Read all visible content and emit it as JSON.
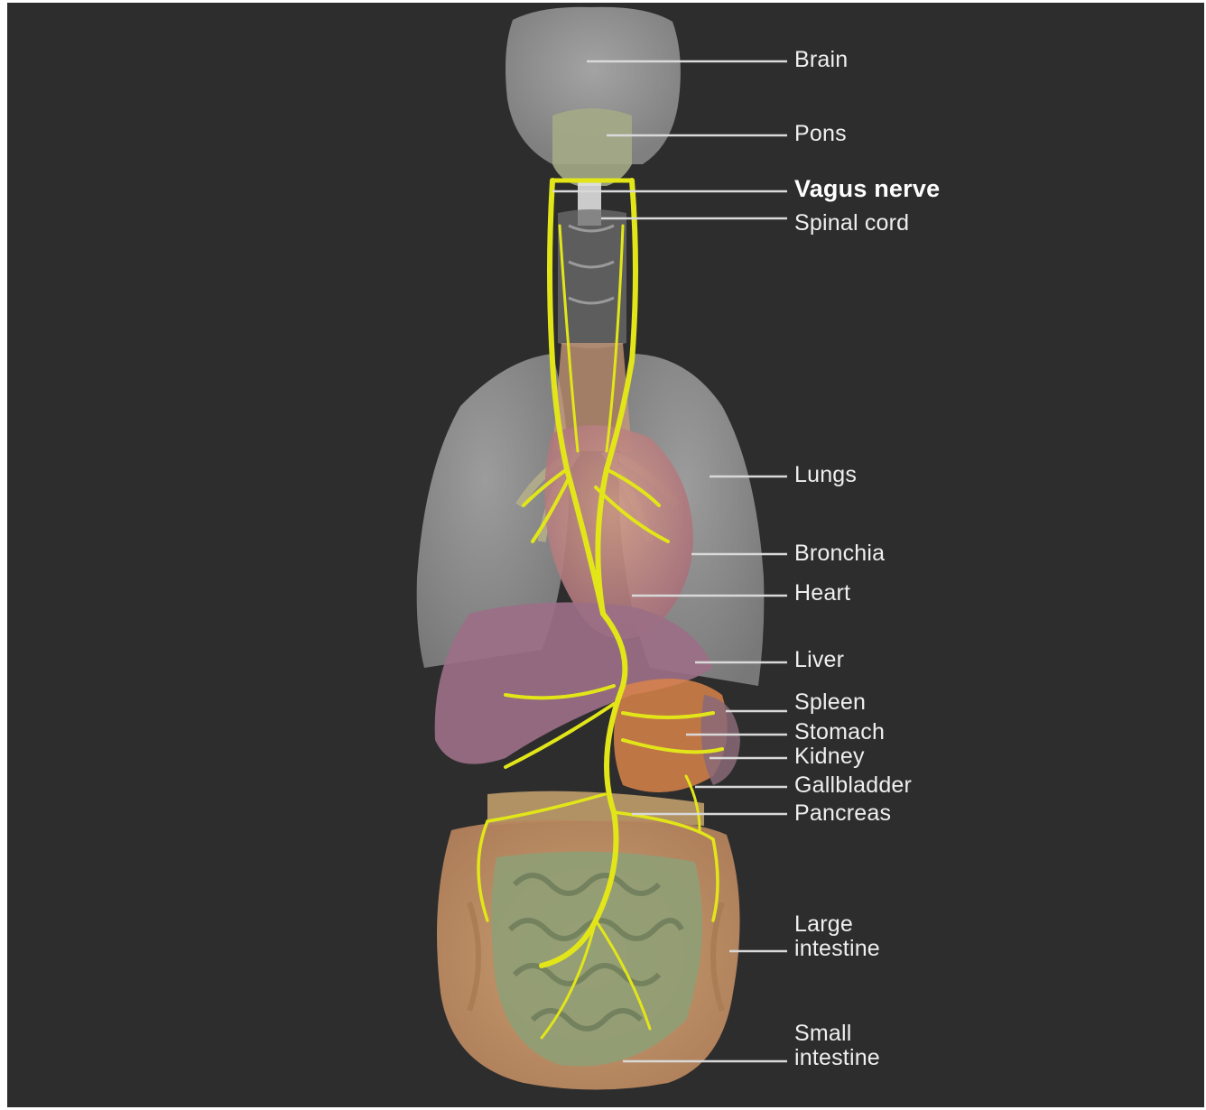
{
  "labels": {
    "brain": "Brain",
    "pons": "Pons",
    "vagus_nerve": "Vagus nerve",
    "spinal_cord": "Spinal cord",
    "lungs": "Lungs",
    "bronchia": "Bronchia",
    "heart": "Heart",
    "liver": "Liver",
    "spleen": "Spleen",
    "stomach": "Stomach",
    "kidney": "Kidney",
    "gallbladder": "Gallbladder",
    "pancreas": "Pancreas",
    "large_intestine": "Large\nintestine",
    "small_intestine": "Small\nintestine"
  },
  "colors": {
    "background": "#2d2d2d",
    "nerve": "#e2e619",
    "label_text": "#efefef",
    "leader_line": "#d9d9d9",
    "lungs": "#8c8c8c",
    "liver": "#9b6f86",
    "intestine": "#c99a6a",
    "small_intestine_tissue": "#8f9f76",
    "heart": "#c28a8a",
    "stomach": "#d9844a"
  }
}
